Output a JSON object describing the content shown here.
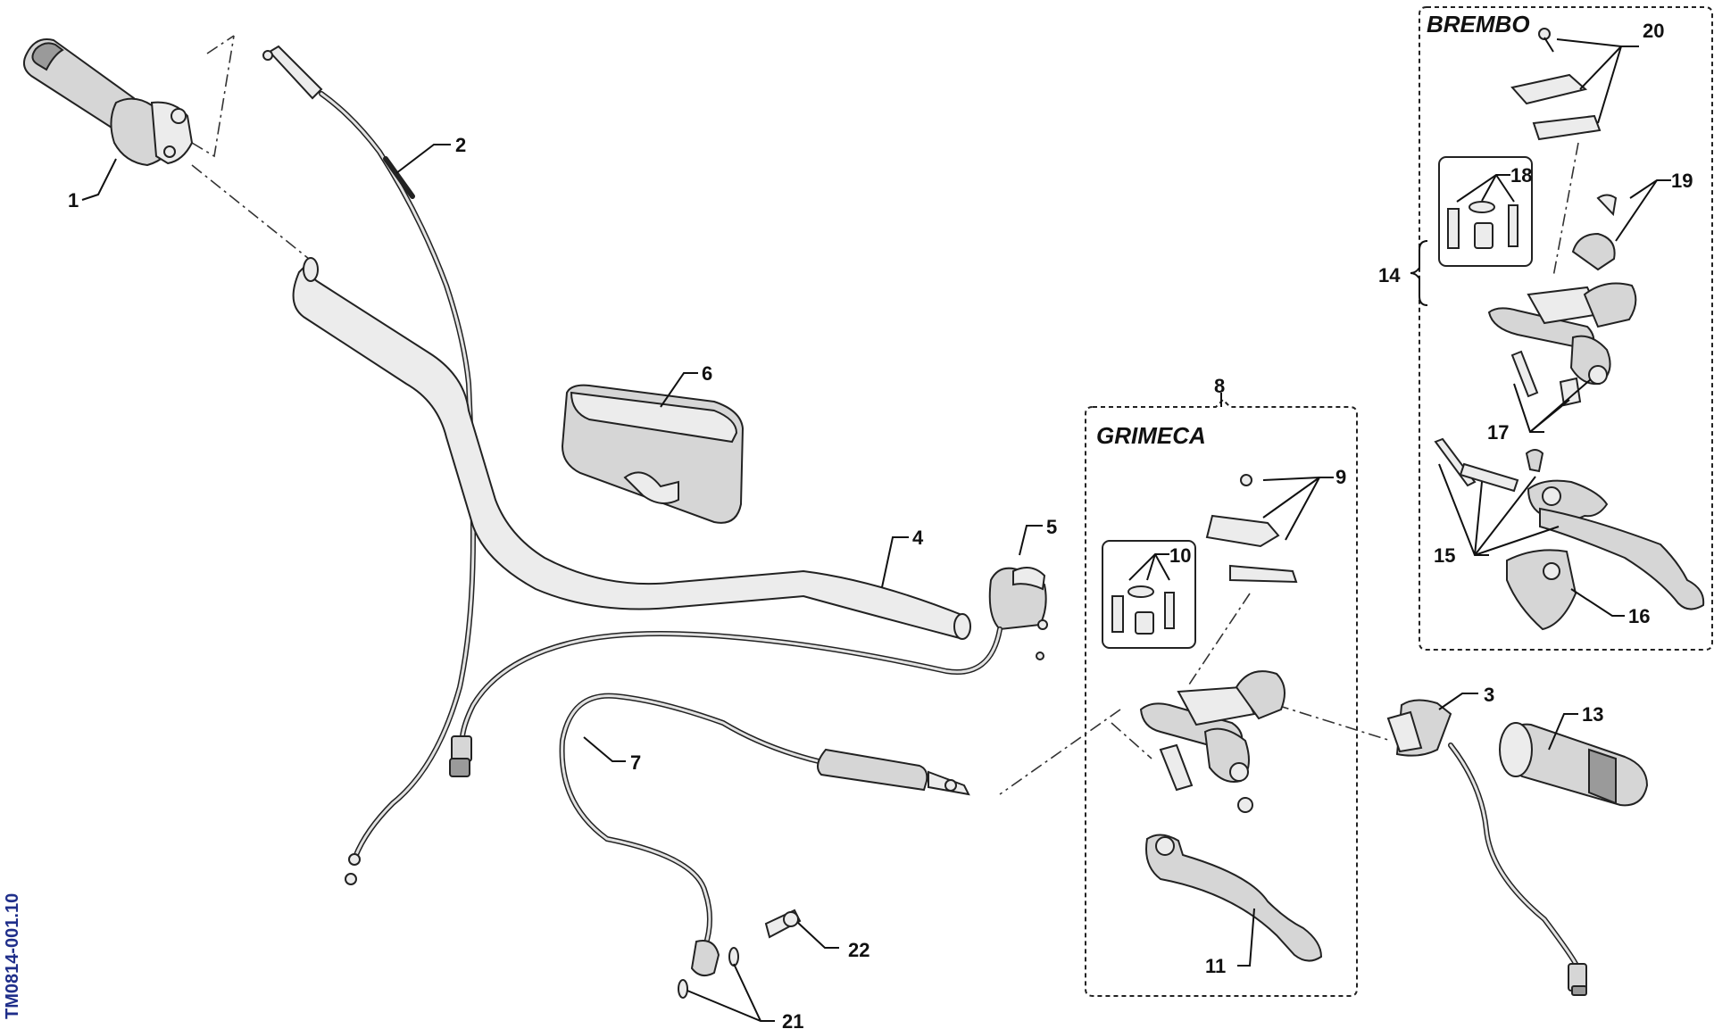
{
  "callouts": {
    "c1": "1",
    "c2": "2",
    "c3": "3",
    "c4": "4",
    "c5": "5",
    "c6": "6",
    "c7": "7",
    "c8": "8",
    "c9": "9",
    "c10": "10",
    "c11": "11",
    "c12": "13",
    "c14": "14",
    "c15": "15",
    "c16": "16",
    "c17": "17",
    "c18": "18",
    "c19": "19",
    "c20": "20",
    "c21": "21",
    "c22": "22"
  },
  "groups": {
    "grimeca": "GRIMECA",
    "brembo": "BREMBO"
  },
  "drawing_code": "TM0814-001.10"
}
